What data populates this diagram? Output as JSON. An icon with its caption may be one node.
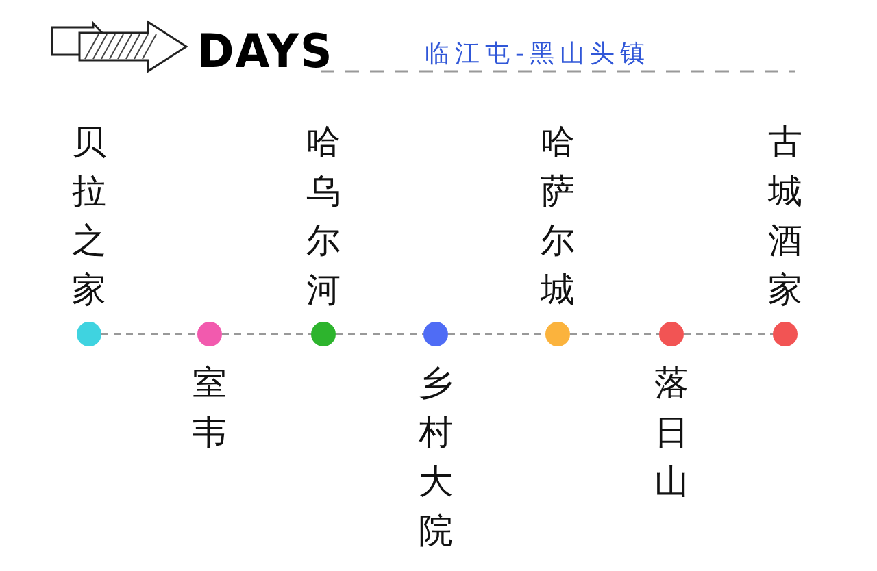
{
  "diagram": {
    "title": "DAYS",
    "nodes": [
      {
        "text": [],
        "shape": "circle",
        "beside": [
          "贝拉之家"
        ]
      },
      {
        "text": [],
        "shape": "circle",
        "beside": [
          "室韦"
        ]
      },
      {
        "text": [],
        "shape": "circle",
        "beside": [
          "哈乌尔河"
        ]
      },
      {
        "text": [],
        "shape": "circle",
        "beside": [
          "乡村大院"
        ]
      },
      {
        "text": [],
        "shape": "circle",
        "beside": [
          "哈萨尔城"
        ]
      },
      {
        "text": [],
        "shape": "circle",
        "beside": [
          "落日山"
        ]
      },
      {
        "text": [],
        "shape": "circle",
        "beside": [
          "古城酒家"
        ]
      }
    ],
    "edges": [
      {
        "from": 0,
        "to": 1,
        "arrow": "none",
        "style": "dashed"
      },
      {
        "from": 1,
        "to": 2,
        "arrow": "none",
        "style": "dashed"
      },
      {
        "from": 2,
        "to": 3,
        "arrow": "none",
        "style": "dashed"
      },
      {
        "from": 3,
        "to": 4,
        "arrow": "none",
        "style": "dashed"
      },
      {
        "from": 4,
        "to": 5,
        "arrow": "none",
        "style": "dashed"
      },
      {
        "from": 5,
        "to": 6,
        "arrow": "none",
        "style": "dashed"
      }
    ],
    "labels": [
      "临江屯-黑山头镇"
    ]
  }
}
